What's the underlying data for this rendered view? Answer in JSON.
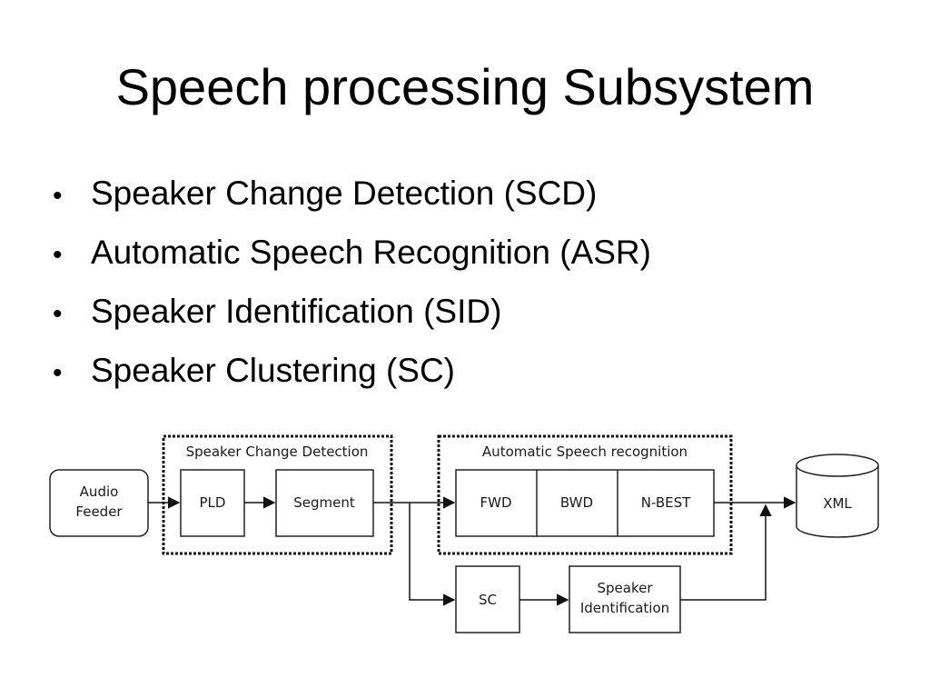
{
  "slide": {
    "title": "Speech processing Subsystem",
    "bullets": [
      "Speaker Change Detection (SCD)",
      "Automatic Speech Recognition (ASR)",
      "Speaker Identification (SID)",
      "Speaker Clustering (SC)"
    ]
  },
  "diagram": {
    "groups": {
      "scd": "Speaker Change Detection",
      "asr": "Automatic Speech recognition"
    },
    "nodes": {
      "audio_feeder": [
        "Audio",
        "Feeder"
      ],
      "pld": "PLD",
      "segment": "Segment",
      "fwd": "FWD",
      "bwd": "BWD",
      "nbest": "N-BEST",
      "xml": "XML",
      "sc": "SC",
      "speaker_identification": [
        "Speaker",
        "Identification"
      ]
    }
  }
}
